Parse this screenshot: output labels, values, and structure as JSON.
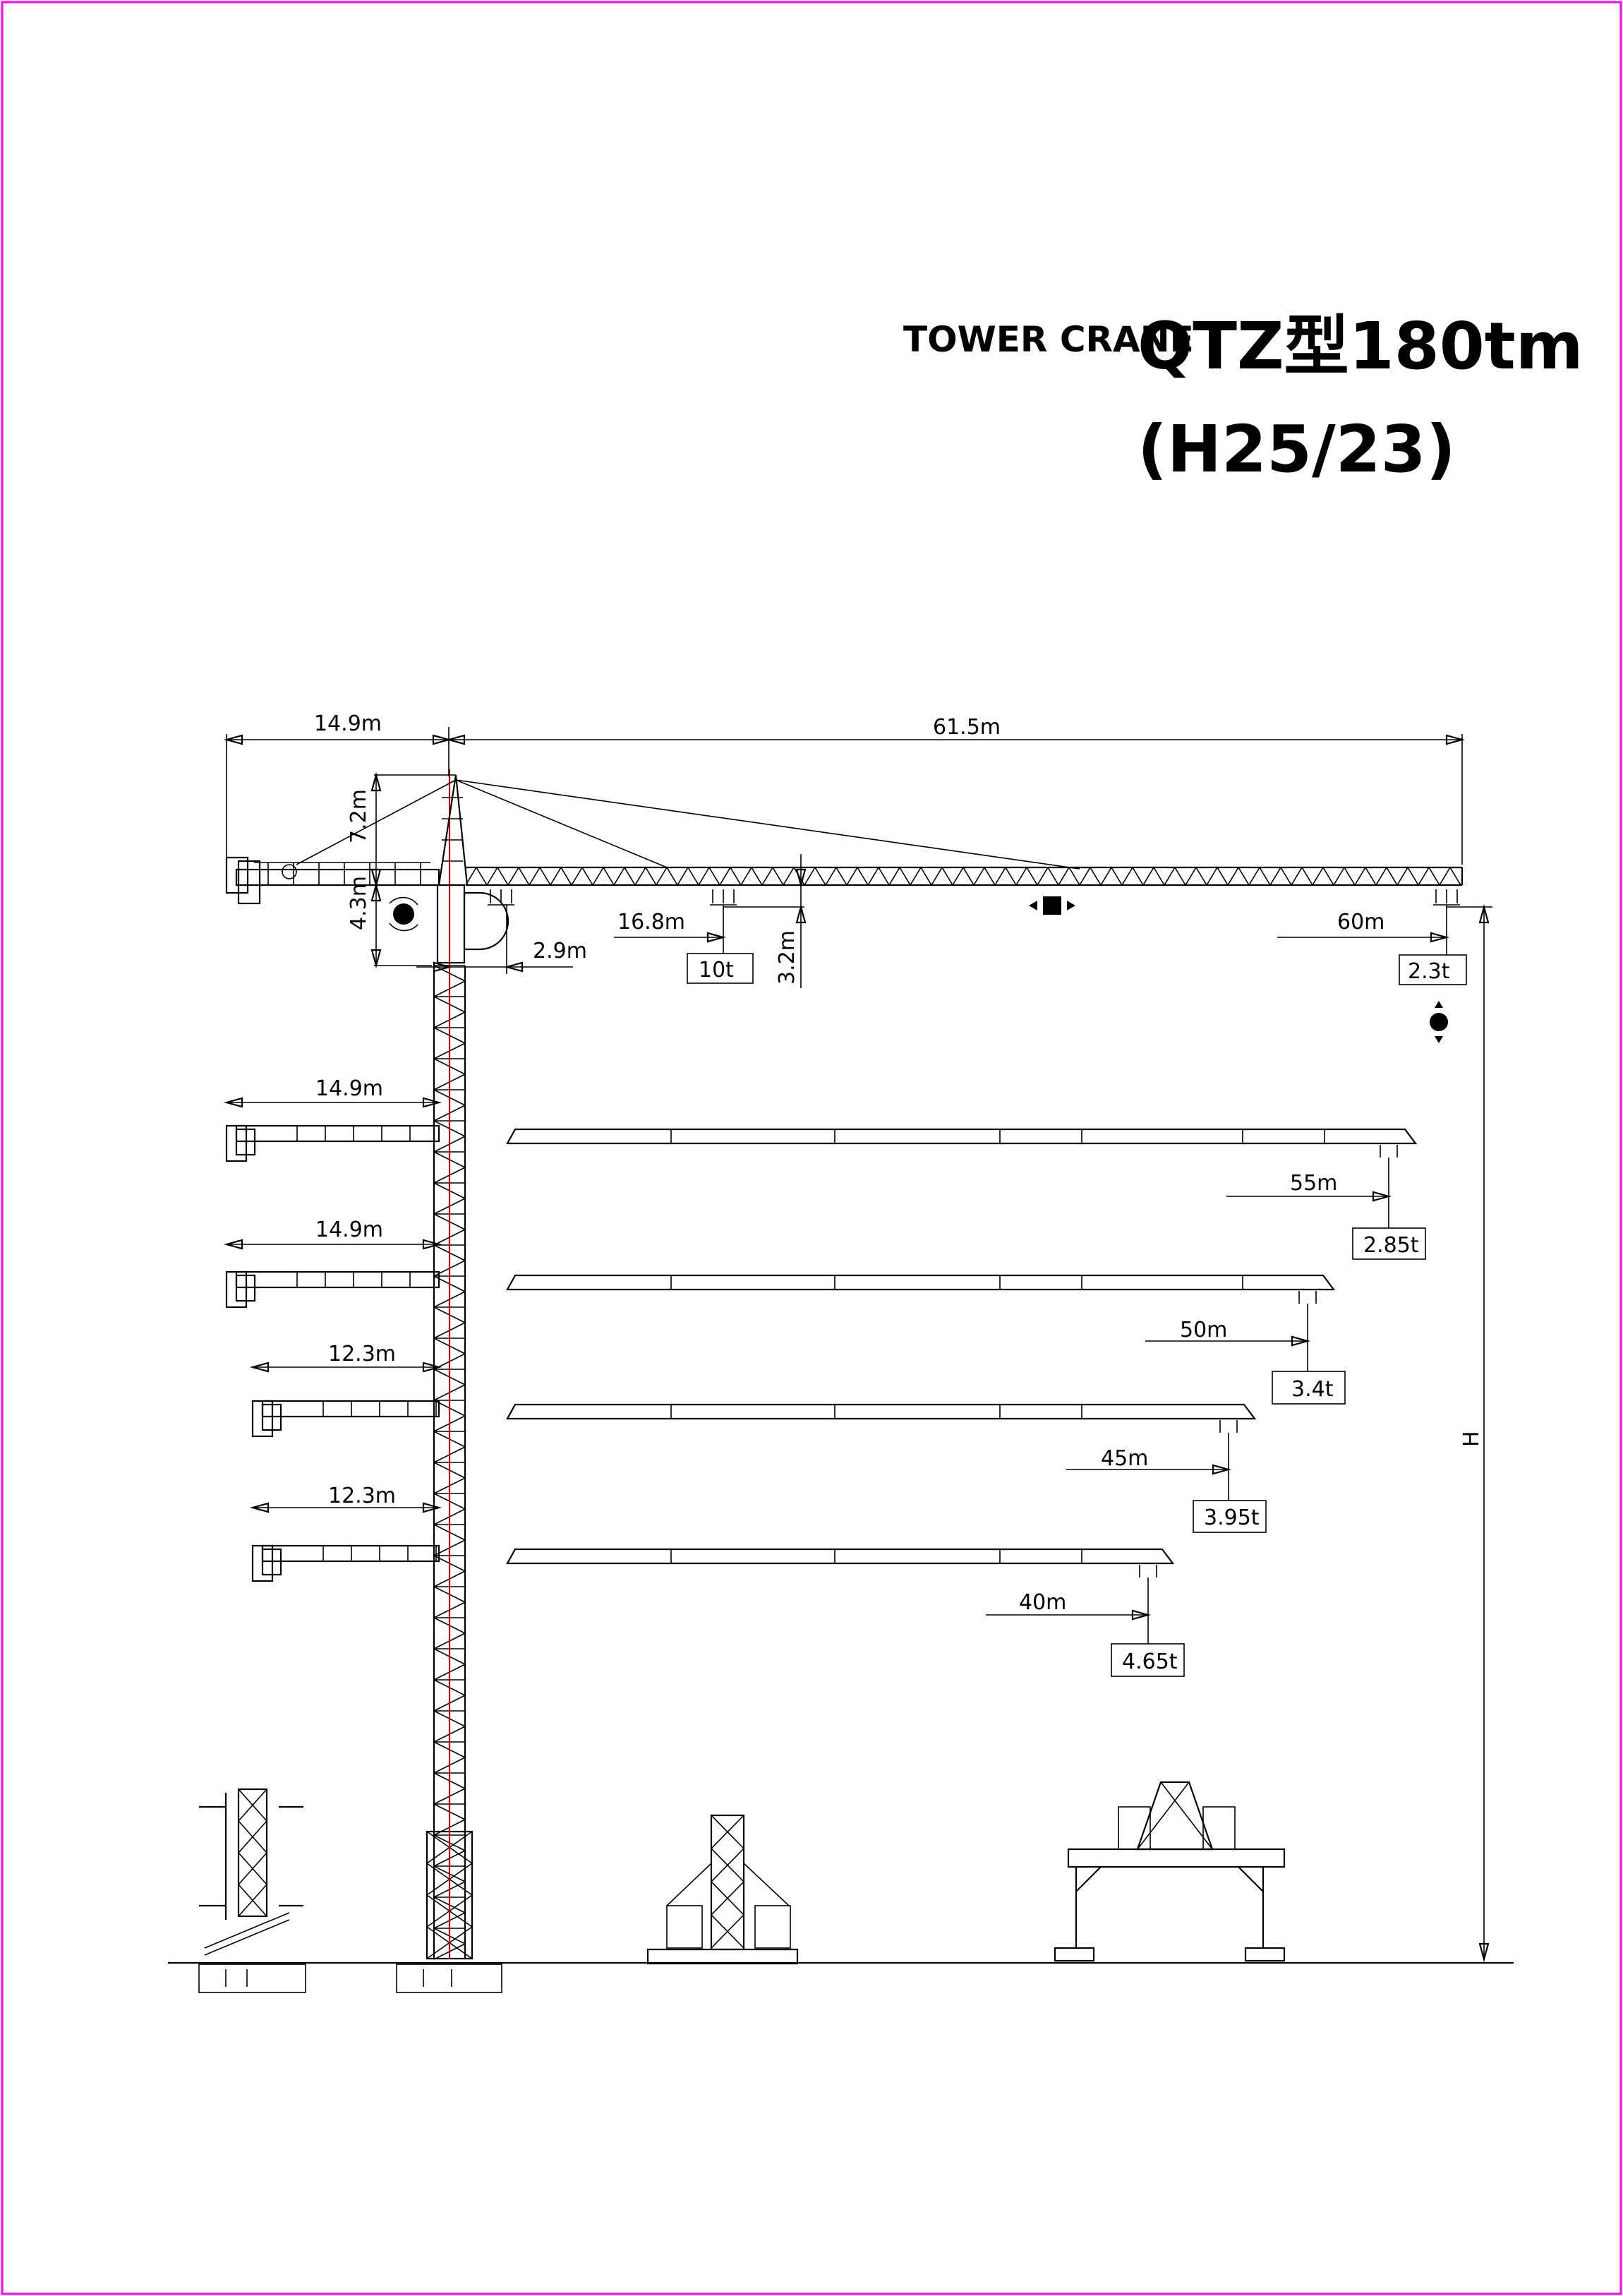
{
  "title": {
    "label": "TOWER CRANE",
    "model": "QTZ型180tm",
    "variant": "(H25/23)"
  },
  "colors": {
    "border": "#ff00ff",
    "line": "#000000",
    "centerline": "#e00000"
  },
  "top_config": {
    "counter_jib_length": "14.9m",
    "jib_length": "61.5m",
    "cathead_height": "7.2m",
    "slewing_height": "4.3m",
    "min_radius": "2.9m",
    "max_load_radius": "16.8m",
    "hook_drop": "3.2m",
    "max_load": "10t",
    "tip_radius": "60m",
    "tip_load": "2.3t",
    "height_label": "H"
  },
  "configs": [
    {
      "counter_jib": "14.9m",
      "radius": "55m",
      "tip_load": "2.85t"
    },
    {
      "counter_jib": "14.9m",
      "radius": "50m",
      "tip_load": "3.4t"
    },
    {
      "counter_jib": "12.3m",
      "radius": "45m",
      "tip_load": "3.95t"
    },
    {
      "counter_jib": "12.3m",
      "radius": "40m",
      "tip_load": "4.65t"
    }
  ],
  "icons": [
    "slewing-icon",
    "trolley-icon",
    "hoist-icon"
  ]
}
